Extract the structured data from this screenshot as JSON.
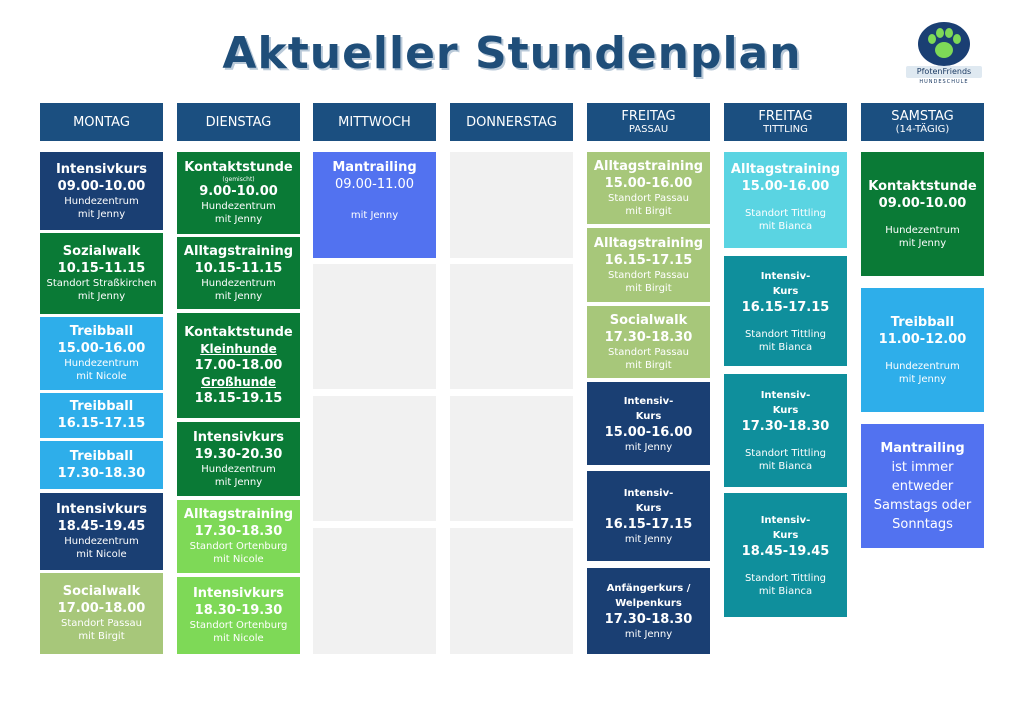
{
  "title": "Aktueller Stundenplan",
  "logo": {
    "text": "PfotenFriends",
    "sub": "HUNDESCHULE"
  },
  "days": {
    "montag": {
      "day": "MONTAG",
      "cards": [
        {
          "title": "Intensivkurs",
          "time": "09.00-10.00",
          "place": "Hundezentrum",
          "trainer": "mit Jenny"
        },
        {
          "title": "Sozialwalk",
          "time": "10.15-11.15",
          "place": "Standort Straßkirchen",
          "trainer": "mit Jenny"
        },
        {
          "title": "Treibball",
          "time": "15.00-16.00",
          "place": "Hundezentrum",
          "trainer": "mit Nicole"
        },
        {
          "title": "Treibball",
          "time": "16.15-17.15"
        },
        {
          "title": "Treibball",
          "time": "17.30-18.30"
        },
        {
          "title": "Intensivkurs",
          "time": "18.45-19.45",
          "place": "Hundezentrum",
          "trainer": "mit Nicole"
        },
        {
          "title": "Socialwalk",
          "time": "17.00-18.00",
          "place": "Standort Passau",
          "trainer": "mit Birgit"
        }
      ]
    },
    "dienstag": {
      "day": "DIENSTAG",
      "cards": [
        {
          "title": "Kontaktstunde",
          "note": "(gemischt)",
          "time": "9.00-10.00",
          "place": "Hundezentrum",
          "trainer": "mit Jenny"
        },
        {
          "title": "Alltagstraining",
          "time": "10.15-11.15",
          "place": "Hundezentrum",
          "trainer": "mit Jenny"
        },
        {
          "title": "Kontaktstunde",
          "sub1": "Kleinhunde",
          "time1": "17.00-18.00",
          "sub2": "Großhunde",
          "time2": "18.15-19.15"
        },
        {
          "title": "Intensivkurs",
          "time": "19.30-20.30",
          "place": "Hundezentrum",
          "trainer": "mit Jenny"
        },
        {
          "title": "Alltagstraining",
          "time": "17.30-18.30",
          "place": "Standort Ortenburg",
          "trainer": "mit Nicole"
        },
        {
          "title": "Intensivkurs",
          "time": "18.30-19.30",
          "place": "Standort Ortenburg",
          "trainer": "mit Nicole"
        }
      ]
    },
    "mittwoch": {
      "day": "MITTWOCH",
      "cards": [
        {
          "title": "Mantrailing",
          "time": "09.00-11.00",
          "trainer": "mit Jenny"
        }
      ]
    },
    "donnerstag": {
      "day": "DONNERSTAG"
    },
    "freitag_passau": {
      "day": "FREITAG",
      "sub": "PASSAU",
      "cards": [
        {
          "title": "Alltagstraining",
          "time": "15.00-16.00",
          "place": "Standort Passau",
          "trainer": "mit Birgit"
        },
        {
          "title": "Alltagstraining",
          "time": "16.15-17.15",
          "place": "Standort Passau",
          "trainer": "mit Birgit"
        },
        {
          "title": "Socialwalk",
          "time": "17.30-18.30",
          "place": "Standort Passau",
          "trainer": "mit Birgit"
        },
        {
          "line1": "Intensiv-",
          "line2": "Kurs",
          "time": "15.00-16.00",
          "trainer": "mit Jenny"
        },
        {
          "line1": "Intensiv-",
          "line2": "Kurs",
          "time": "16.15-17.15",
          "trainer": "mit Jenny"
        },
        {
          "line1": "Anfängerkurs /",
          "line2": "Welpenkurs",
          "time": "17.30-18.30",
          "trainer": "mit Jenny"
        }
      ]
    },
    "freitag_tittling": {
      "day": "FREITAG",
      "sub": "TITTLING",
      "cards": [
        {
          "title": "Alltagstraining",
          "time": "15.00-16.00",
          "place": "Standort Tittling",
          "trainer": "mit Bianca"
        },
        {
          "line1": "Intensiv-",
          "line2": "Kurs",
          "time": "16.15-17.15",
          "place": "Standort Tittling",
          "trainer": "mit Bianca"
        },
        {
          "line1": "Intensiv-",
          "line2": "Kurs",
          "time": "17.30-18.30",
          "place": "Standort Tittling",
          "trainer": "mit Bianca"
        },
        {
          "line1": "Intensiv-",
          "line2": "Kurs",
          "time": "18.45-19.45",
          "place": "Standort Tittling",
          "trainer": "mit Bianca"
        }
      ]
    },
    "samstag": {
      "day": "SAMSTAG",
      "sub": "(14-TÄGIG)",
      "cards": [
        {
          "title": "Kontaktstunde",
          "time": "09.00-10.00",
          "place": "Hundezentrum",
          "trainer": "mit Jenny"
        },
        {
          "title": "Treibball",
          "time": "11.00-12.00",
          "place": "Hundezentrum",
          "trainer": "mit Jenny"
        },
        {
          "title": "Mantrailing",
          "l2": "ist immer",
          "l3": "entweder",
          "l4": "Samstags oder",
          "l5": "Sonntags"
        }
      ]
    }
  },
  "colors": {
    "header": "#1b4f80",
    "navy": "#1a3f73",
    "green": "#0a7a36",
    "sky": "#2eaeea",
    "olive": "#a7c77a",
    "lime": "#7ed957",
    "periwinkle": "#5272f0",
    "cyan": "#5ad4e2",
    "teal": "#0f8f9c",
    "empty": "#f1f1f1"
  }
}
